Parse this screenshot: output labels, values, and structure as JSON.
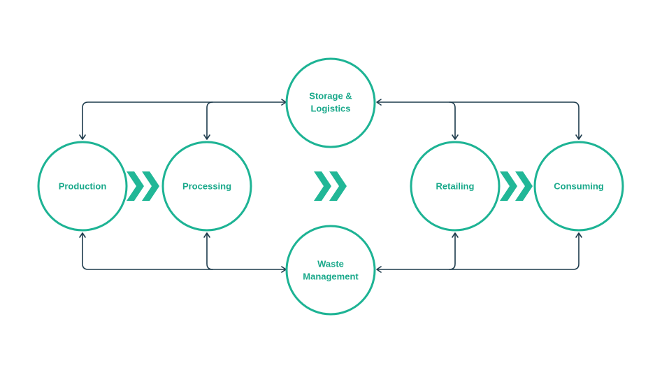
{
  "colors": {
    "node_stroke": "#1db394",
    "label": "#1aa98b",
    "connector": "#1d3b4c",
    "chevron": "#21b797"
  },
  "nodes": {
    "production": "Production",
    "processing": "Processing",
    "storage_line1": "Storage &",
    "storage_line2": "Logistics",
    "waste_line1": "Waste",
    "waste_line2": "Management",
    "retailing": "Retailing",
    "consuming": "Consuming"
  },
  "icons": {
    "flow_chevron": "double-chevron-right-icon"
  }
}
